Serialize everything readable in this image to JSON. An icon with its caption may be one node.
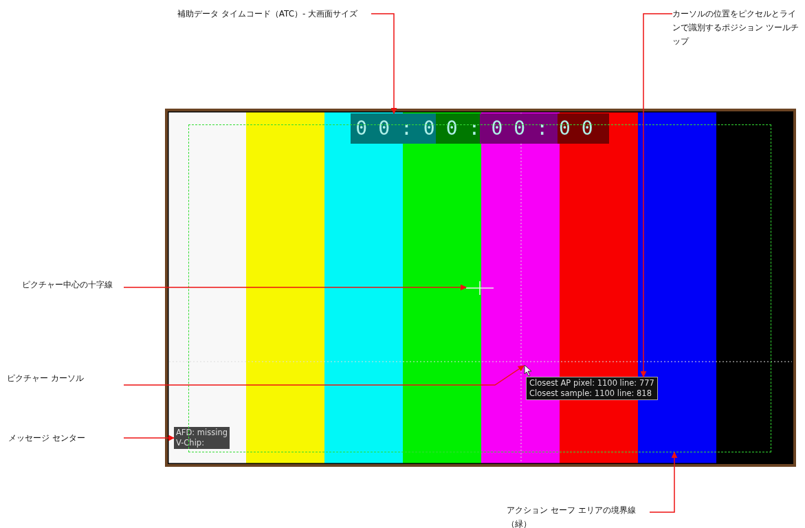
{
  "diagram": {
    "nodes": [
      {
        "text": [
          "補助データ タイムコード（ATC）- 大画面サイズ"
        ]
      },
      {
        "text": [
          "カーソルの位置をピクセルとラインで識別するポジション ツールチップ"
        ]
      },
      {
        "text": [],
        "shape": "box"
      },
      {
        "text": [
          "00:00:00:00"
        ],
        "in": 2
      },
      {
        "text": [],
        "shape": "cross",
        "in": 8
      },
      {
        "text": [],
        "shape": "cursor",
        "in": 8
      },
      {
        "text": [
          "Closest AP pixel: 1100 line: 777",
          "Closest sample: 1100 line: 818"
        ],
        "in": 8
      },
      {
        "text": [
          "AFD: missing",
          "V-Chip:"
        ],
        "in": 2
      },
      {
        "text": [],
        "shape": "box",
        "in": 2
      },
      {
        "text": [
          "ピクチャー中心の十字線"
        ]
      },
      {
        "text": [
          "ピクチャー カーソル"
        ]
      },
      {
        "text": [
          "メッセージ センター"
        ]
      },
      {
        "text": [
          "アクション セーフ エリアの境界線（緑）"
        ]
      }
    ],
    "edges": [
      {
        "from": 0,
        "to": 3,
        "arrow": "to"
      },
      {
        "from": 1,
        "to": 6,
        "arrow": "to"
      },
      {
        "from": 9,
        "to": 4,
        "arrow": "to"
      },
      {
        "from": 10,
        "to": 5,
        "arrow": "to"
      },
      {
        "from": 11,
        "to": 7,
        "arrow": "to"
      },
      {
        "from": 12,
        "to": 8,
        "arrow": "to"
      }
    ]
  }
}
